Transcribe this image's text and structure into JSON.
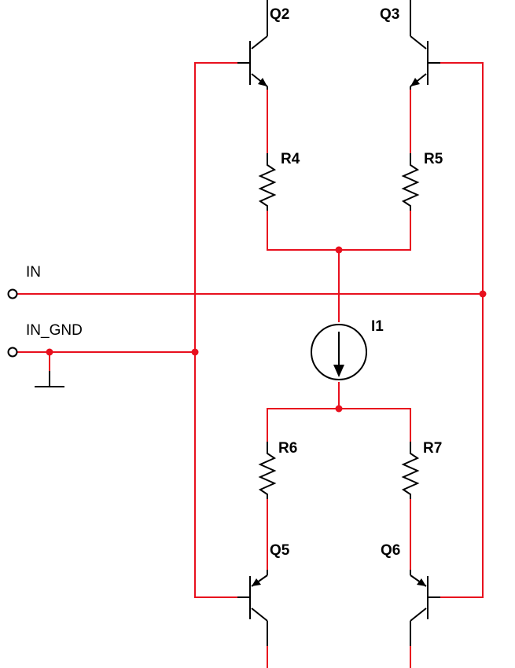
{
  "colors": {
    "wire": "#e8101e",
    "component": "#000000",
    "background": "#ffffff"
  },
  "components": {
    "q2": "Q2",
    "q3": "Q3",
    "q5": "Q5",
    "q6": "Q6",
    "r4": "R4",
    "r5": "R5",
    "r6": "R6",
    "r7": "R7",
    "i1": "I1"
  },
  "ports": {
    "in": "IN",
    "in_gnd": "IN_GND"
  }
}
